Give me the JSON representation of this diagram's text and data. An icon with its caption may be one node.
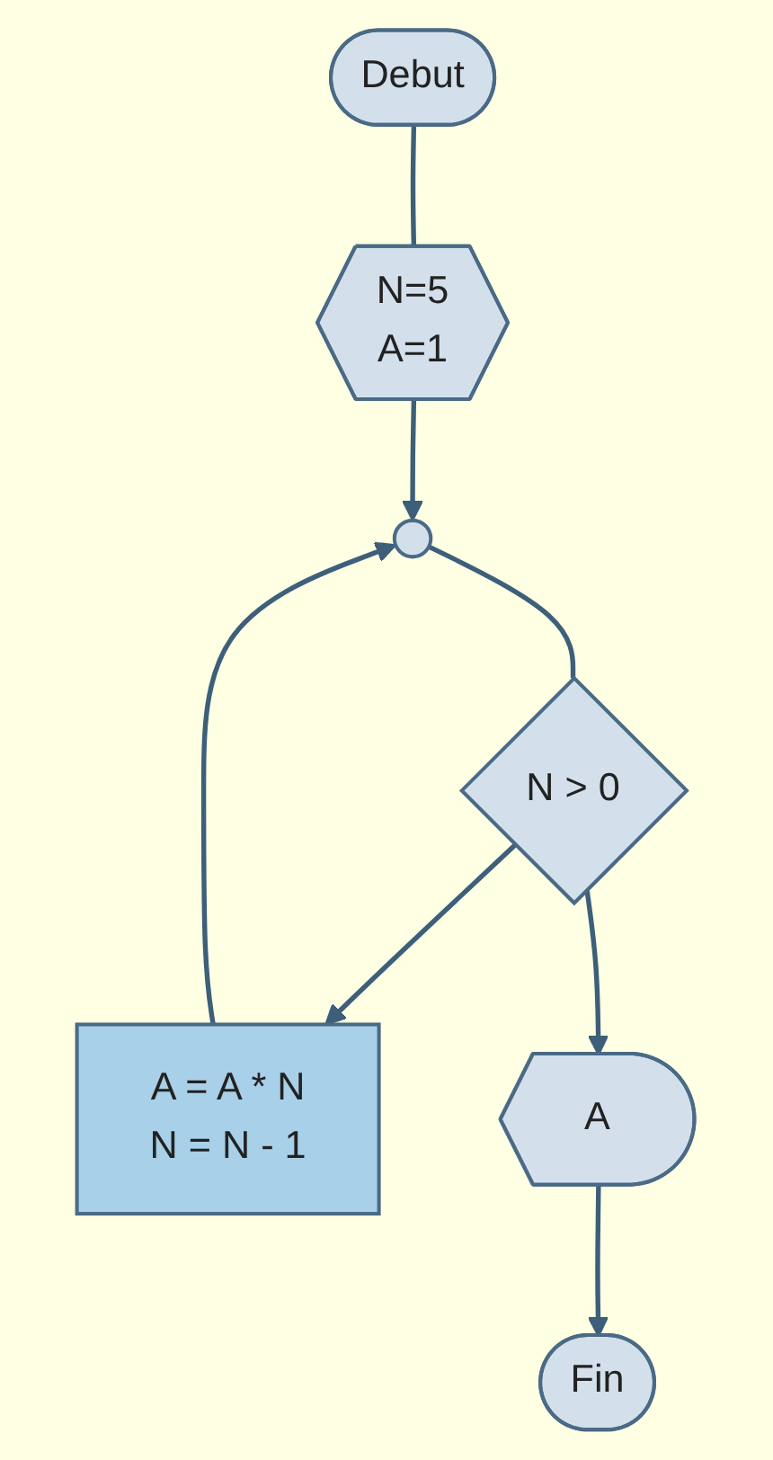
{
  "diagram": {
    "nodes": [
      {
        "text": [
          "Debut"
        ]
      },
      {
        "text": [
          "N=5",
          "A=1"
        ]
      },
      {
        "text": [],
        "shape": "circle"
      },
      {
        "text": [
          "N > 0"
        ]
      },
      {
        "text": [
          "A = A * N",
          "N = N - 1"
        ]
      },
      {
        "text": [
          "A"
        ]
      },
      {
        "text": [
          "Fin"
        ]
      }
    ],
    "edges": [
      {
        "from": 0,
        "to": 1,
        "arrow": "none"
      },
      {
        "from": 1,
        "to": 2,
        "arrow": "to"
      },
      {
        "from": 2,
        "to": 3,
        "arrow": "none"
      },
      {
        "from": 3,
        "to": 4,
        "arrow": "to"
      },
      {
        "from": 4,
        "to": 2,
        "arrow": "to"
      },
      {
        "from": 3,
        "to": 5,
        "arrow": "to"
      },
      {
        "from": 5,
        "to": 6,
        "arrow": "to"
      }
    ]
  }
}
